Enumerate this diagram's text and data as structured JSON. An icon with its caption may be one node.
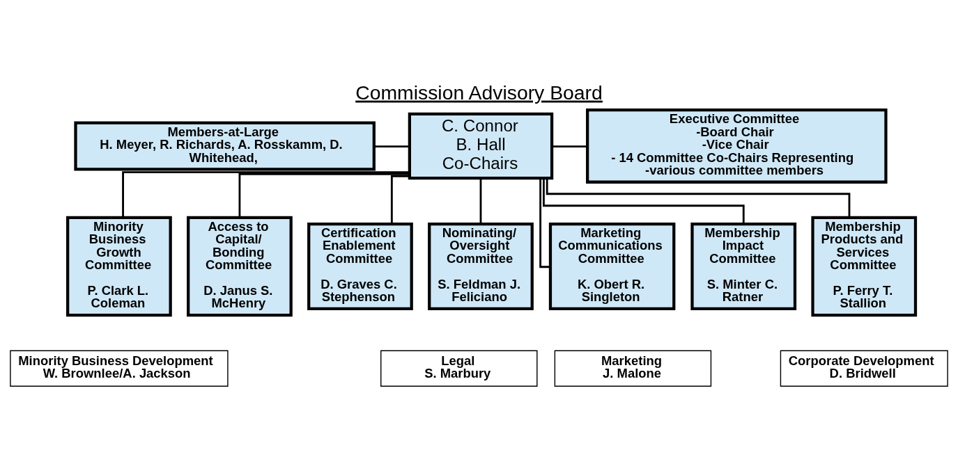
{
  "diagram": {
    "title": "Commission Advisory Board",
    "nodes": [
      {
        "text": [
          "Members-at-Large",
          "H. Meyer, R. Richards, A. Rosskamm, D. Whitehead,"
        ]
      },
      {
        "text": [
          "C. Connor B. Hall Co-Chairs"
        ]
      },
      {
        "text": [
          "Executive Committee",
          "-Board Chair -Vice Chair - 14 Committee Co-Chairs Representing -various committee members"
        ]
      },
      {
        "text": [
          "Minority Business Growth Committee",
          "P. Clark L. Coleman"
        ]
      },
      {
        "text": [
          "Access to Capital/ Bonding Committee",
          "D. Janus S. McHenry"
        ]
      },
      {
        "text": [
          "Certification Enablement Committee",
          "D. Graves C. Stephenson"
        ]
      },
      {
        "text": [
          "Nominating/ Oversight Committee",
          "S. Feldman J. Feliciano"
        ]
      },
      {
        "text": [
          "Marketing Communications Committee",
          "K. Obert R. Singleton"
        ]
      },
      {
        "text": [
          "Membership Impact Committee",
          "S. Minter C. Ratner"
        ]
      },
      {
        "text": [
          "Membership Products and Services Committee",
          "P. Ferry T. Stallion"
        ]
      },
      {
        "text": [
          "Minority Business Development",
          "W. Brownlee/A. Jackson"
        ]
      },
      {
        "text": [
          "Legal",
          "S. Marbury"
        ]
      },
      {
        "text": [
          "Marketing",
          "J. Malone"
        ]
      },
      {
        "text": [
          "Corporate Development",
          "D. Bridwell"
        ]
      }
    ],
    "edges": [
      {
        "from": 0,
        "to": 1,
        "arrow": "none"
      },
      {
        "from": 1,
        "to": 2,
        "arrow": "none"
      },
      {
        "from": 1,
        "to": 3,
        "arrow": "none"
      },
      {
        "from": 1,
        "to": 4,
        "arrow": "none"
      },
      {
        "from": 1,
        "to": 5,
        "arrow": "none"
      },
      {
        "from": 1,
        "to": 6,
        "arrow": "none"
      },
      {
        "from": 1,
        "to": 7,
        "arrow": "none"
      },
      {
        "from": 1,
        "to": 8,
        "arrow": "none"
      },
      {
        "from": 1,
        "to": 9,
        "arrow": "none"
      }
    ]
  }
}
